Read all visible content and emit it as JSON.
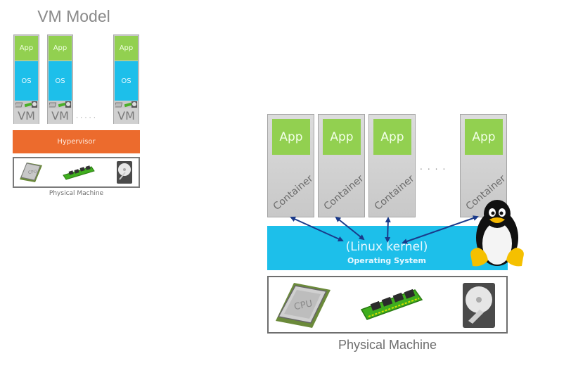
{
  "vm_model": {
    "title": "VM Model",
    "vms": [
      {
        "app": "App",
        "os": "OS",
        "label": "VM"
      },
      {
        "app": "App",
        "os": "OS",
        "label": "VM"
      },
      {
        "app": "App",
        "os": "OS",
        "label": "VM"
      }
    ],
    "ellipsis": ".....",
    "hypervisor": "Hypervisor",
    "physical_label": "Physical Machine",
    "hardware_icons": [
      "cpu-icon",
      "ram-icon",
      "hard-disk-icon"
    ]
  },
  "container_model": {
    "containers": [
      {
        "app": "App",
        "label": "Container"
      },
      {
        "app": "App",
        "label": "Container"
      },
      {
        "app": "App",
        "label": "Container"
      },
      {
        "app": "App",
        "label": "Container"
      }
    ],
    "ellipsis": "....",
    "kernel_title": "(Linux kernel)",
    "kernel_subtitle": "Operating System",
    "physical_label": "Physical Machine",
    "cpu_text": "CPU",
    "hardware_icons": [
      "cpu-icon",
      "ram-icon",
      "hard-disk-icon"
    ],
    "mascot": "tux-penguin-icon"
  },
  "colors": {
    "app": "#92d050",
    "os": "#1dbfea",
    "hypervisor": "#ec6b2d",
    "container": "#cfcfcf",
    "arrow": "#1a3a8a"
  }
}
